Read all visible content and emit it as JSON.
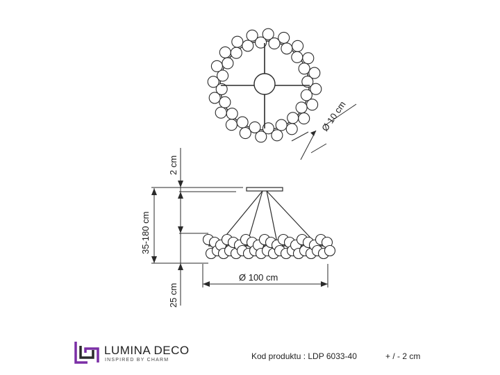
{
  "dimensions": {
    "bulb_diameter": "Ø 10 cm",
    "top_height": "2 cm",
    "adjustable_height": "35-180 cm",
    "body_height": "25 cm",
    "total_diameter": "Ø 100 cm"
  },
  "brand": {
    "name": "LUMINA DECO",
    "tagline": "INSPIRED BY CHARM",
    "accent_color": "#7b2fa6",
    "dark_color": "#2b2b2b"
  },
  "product": {
    "code_text": "Kod produktu : LDP 6033-40",
    "tolerance_text": "+ / - 2 cm"
  }
}
